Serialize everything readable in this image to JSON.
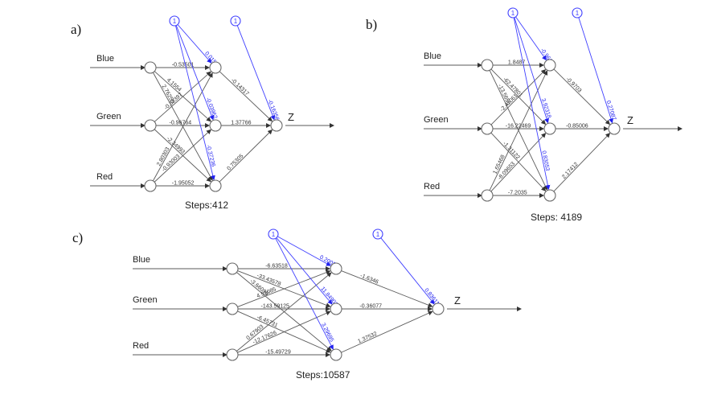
{
  "figure": {
    "panels": [
      {
        "id": "a",
        "label": "a)",
        "inputs": [
          "Blue",
          "Green",
          "Red"
        ],
        "output": "Z",
        "bias_symbol": "1",
        "steps_label": "Steps:412",
        "input_hidden_weights": [
          [
            "-0.53501",
            "4.1554",
            "2.76255"
          ],
          [
            "-0.32397",
            "-0.96764",
            "-2.34993"
          ],
          [
            "2.80303",
            "-0.93003",
            "-1.95052"
          ]
        ],
        "hidden_bias_weights": [
          "0.0156",
          "-0.03962",
          "-0.37236"
        ],
        "hidden_output_weights": [
          "-0.14317",
          "1.37766",
          "0.75305"
        ],
        "output_bias_weight": "-0.16356"
      },
      {
        "id": "b",
        "label": "b)",
        "inputs": [
          "Blue",
          "Green",
          "Red"
        ],
        "output": "Z",
        "bias_symbol": "1",
        "steps_label": "Steps: 4189",
        "input_hidden_weights": [
          [
            "1.8487",
            "-62.47801",
            "-13.5656"
          ],
          [
            "-2.47061",
            "-16.22469",
            "-1.31122"
          ],
          [
            "1.65468",
            "-8.09653",
            "-7.2035"
          ]
        ],
        "hidden_bias_weights": [
          "-0.96672",
          "3.92318",
          "0.83053"
        ],
        "hidden_output_weights": [
          "-0.9703",
          "-0.85006",
          "2.17412"
        ],
        "output_bias_weight": "0.27087"
      },
      {
        "id": "c",
        "label": "c)",
        "inputs": [
          "Blue",
          "Green",
          "Red"
        ],
        "output": "Z",
        "bias_symbol": "1",
        "steps_label": "Steps:10587",
        "input_hidden_weights": [
          [
            "-6.63518",
            "-33.43578",
            "-3.66095"
          ],
          [
            "4.51085",
            "-143.59125",
            "-6.45731"
          ],
          [
            "0.67903",
            "-12.17626",
            "-15.49729"
          ]
        ],
        "hidden_bias_weights": [
          "0.20035",
          "11.84901",
          "3.29695"
        ],
        "hidden_output_weights": [
          "-1.6346",
          "-0.36077",
          "1.37532"
        ],
        "output_bias_weight": "0.83611"
      }
    ]
  }
}
